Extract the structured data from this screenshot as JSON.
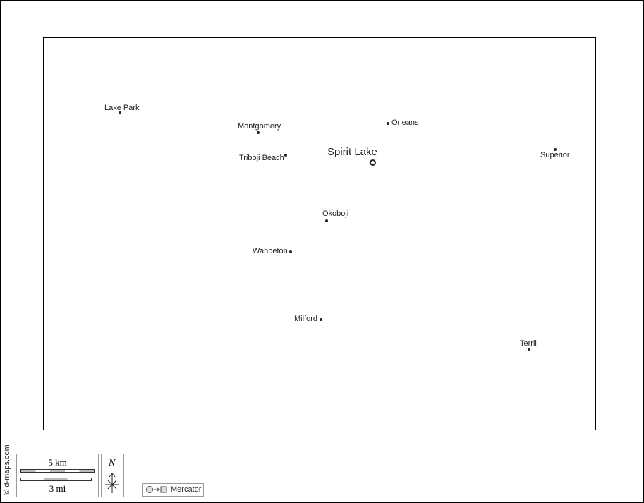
{
  "map": {
    "capital": {
      "name": "Spirit Lake"
    },
    "towns": [
      "Lake Park",
      "Montgomery",
      "Orleans",
      "Triboji Beach",
      "Superior",
      "Okoboji",
      "Wahpeton",
      "Milford",
      "Terril"
    ]
  },
  "legend": {
    "copyright": "© d-maps.com",
    "scale_km": "5 km",
    "scale_mi": "3 mi",
    "north": "N",
    "projection": "Mercator"
  }
}
